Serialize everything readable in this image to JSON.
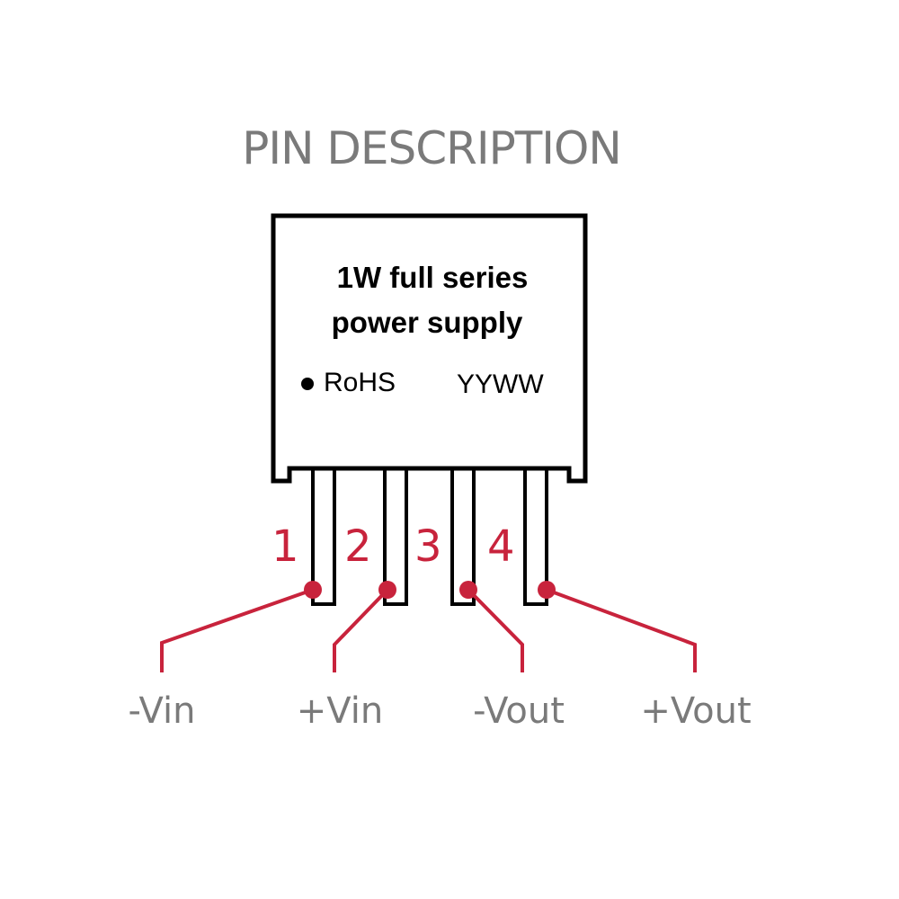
{
  "title": "PIN DESCRIPTION",
  "module": {
    "line1": "1W full series",
    "line2": "power supply",
    "rohs": "RoHS",
    "date_code": "YYWW",
    "rohs_bullet_icon": "filled-circle"
  },
  "pins": [
    {
      "number": "1",
      "label": "-Vin"
    },
    {
      "number": "2",
      "label": "+Vin"
    },
    {
      "number": "3",
      "label": "-Vout"
    },
    {
      "number": "4",
      "label": "+Vout"
    }
  ],
  "colors": {
    "accent": "#c8233c",
    "outline": "#000000",
    "label_gray": "#7a7a7a"
  }
}
